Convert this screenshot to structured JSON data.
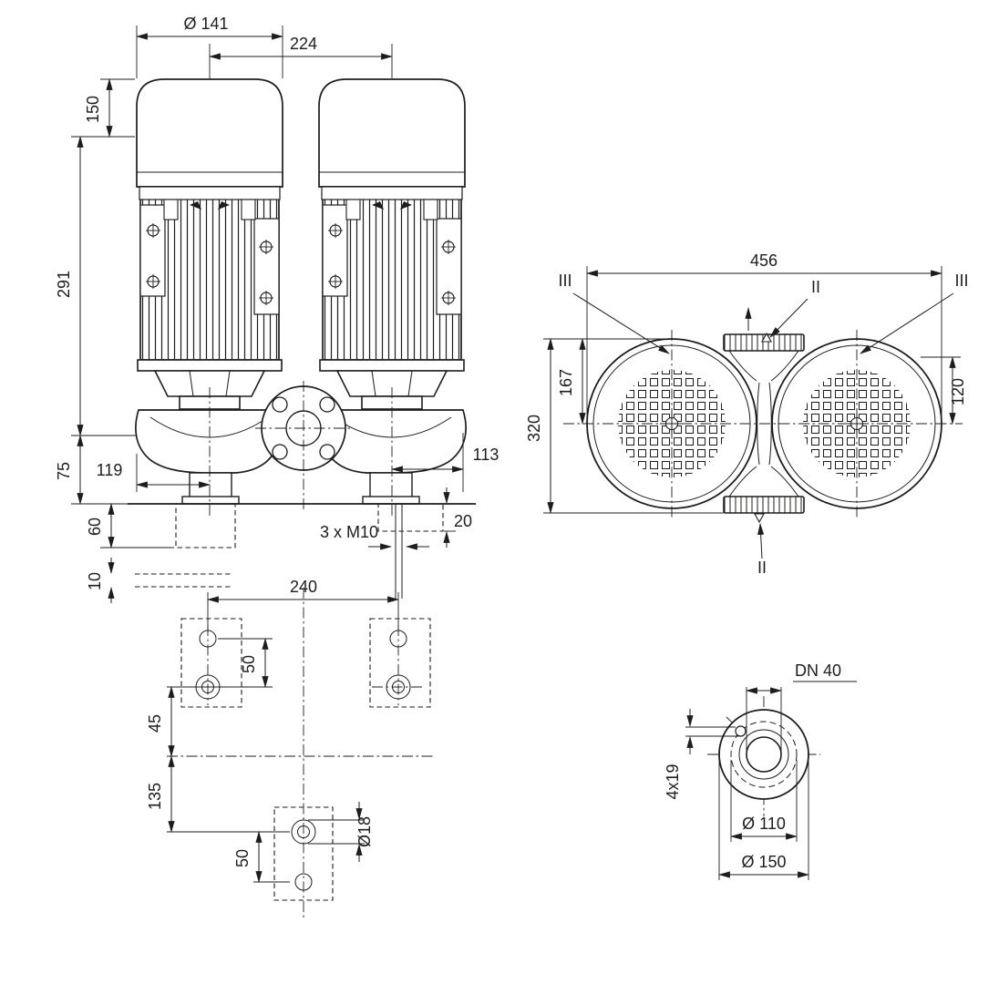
{
  "colors": {
    "ink": "#1d1d1b",
    "background": "#ffffff"
  },
  "drawing": {
    "front_view": {
      "dia_motor": "Ø 141",
      "pitch": "224",
      "h_cap": "150",
      "h_motor": "291",
      "h_port": "75",
      "w_left": "119",
      "w_right": "113",
      "h_found": "60",
      "h_plate": "10",
      "h_pad": "20",
      "tap_note": "3 x M10"
    },
    "top_view": {
      "width": "456",
      "h_center": "167",
      "depth": "320",
      "h_right": "120",
      "sec_left": "III",
      "sec_right": "III",
      "sec_top": "II",
      "sec_bottom": "II"
    },
    "base_view": {
      "pitch_x": "240",
      "pitch_y_top": "50",
      "off_mid": "45",
      "off_low": "135",
      "pitch_y_bottom": "50",
      "hole_dia": "Ø18"
    },
    "flange_view": {
      "nominal": "DN 40",
      "bolt_holes": "4x19",
      "bolt_circle": "Ø 110",
      "outer_dia": "Ø 150"
    }
  }
}
